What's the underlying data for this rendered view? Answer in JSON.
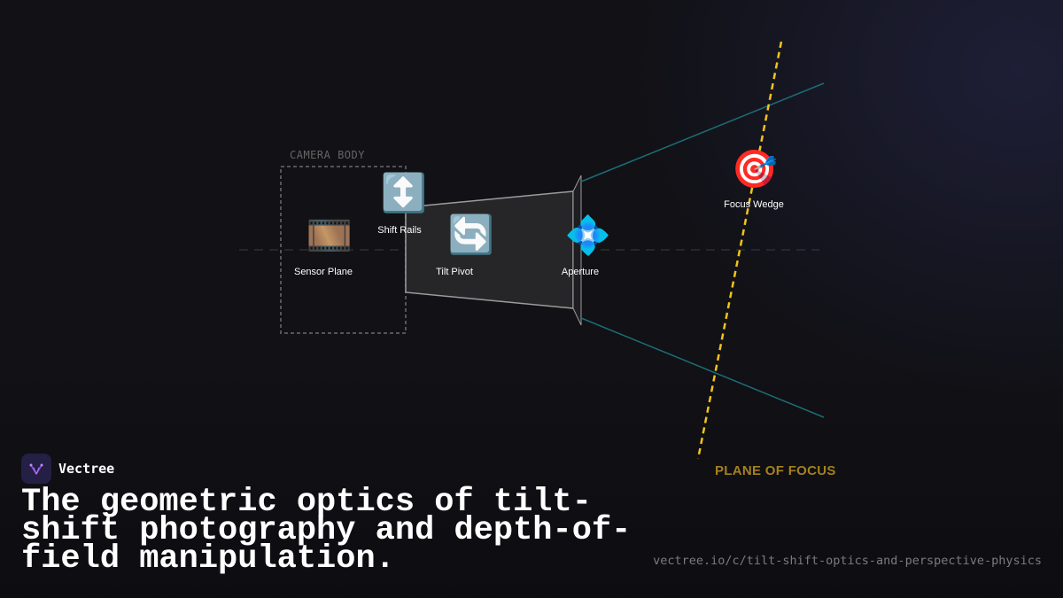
{
  "diagram": {
    "camera_body_label": "CAMERA BODY",
    "nodes": [
      {
        "label": "Sensor Plane",
        "icon": "film-frames-icon",
        "glyph": "🎞️"
      },
      {
        "label": "Shift Rails",
        "icon": "up-down-arrow-icon",
        "glyph": "↕️"
      },
      {
        "label": "Tilt Pivot",
        "icon": "counterclockwise-arrows-icon",
        "glyph": "🔄"
      },
      {
        "label": "Aperture",
        "icon": "diamond-dot-icon",
        "glyph": "💠"
      },
      {
        "label": "Focus Wedge",
        "icon": "target-dart-icon",
        "glyph": "🎯"
      }
    ],
    "plane_of_focus_label": "PLANE OF FOCUS",
    "colors": {
      "focus_plane": "#f2c318",
      "light_rays": "#1c6d74",
      "lens_fill": "#262628",
      "lens_stroke": "#9c9c9c",
      "camera_body_stroke": "#555555"
    }
  },
  "brand": {
    "name": "Vectree"
  },
  "headline": "The geometric optics of tilt-shift photography and depth-of-field manipulation.",
  "url": "vectree.io/c/tilt-shift-optics-and-perspective-physics"
}
